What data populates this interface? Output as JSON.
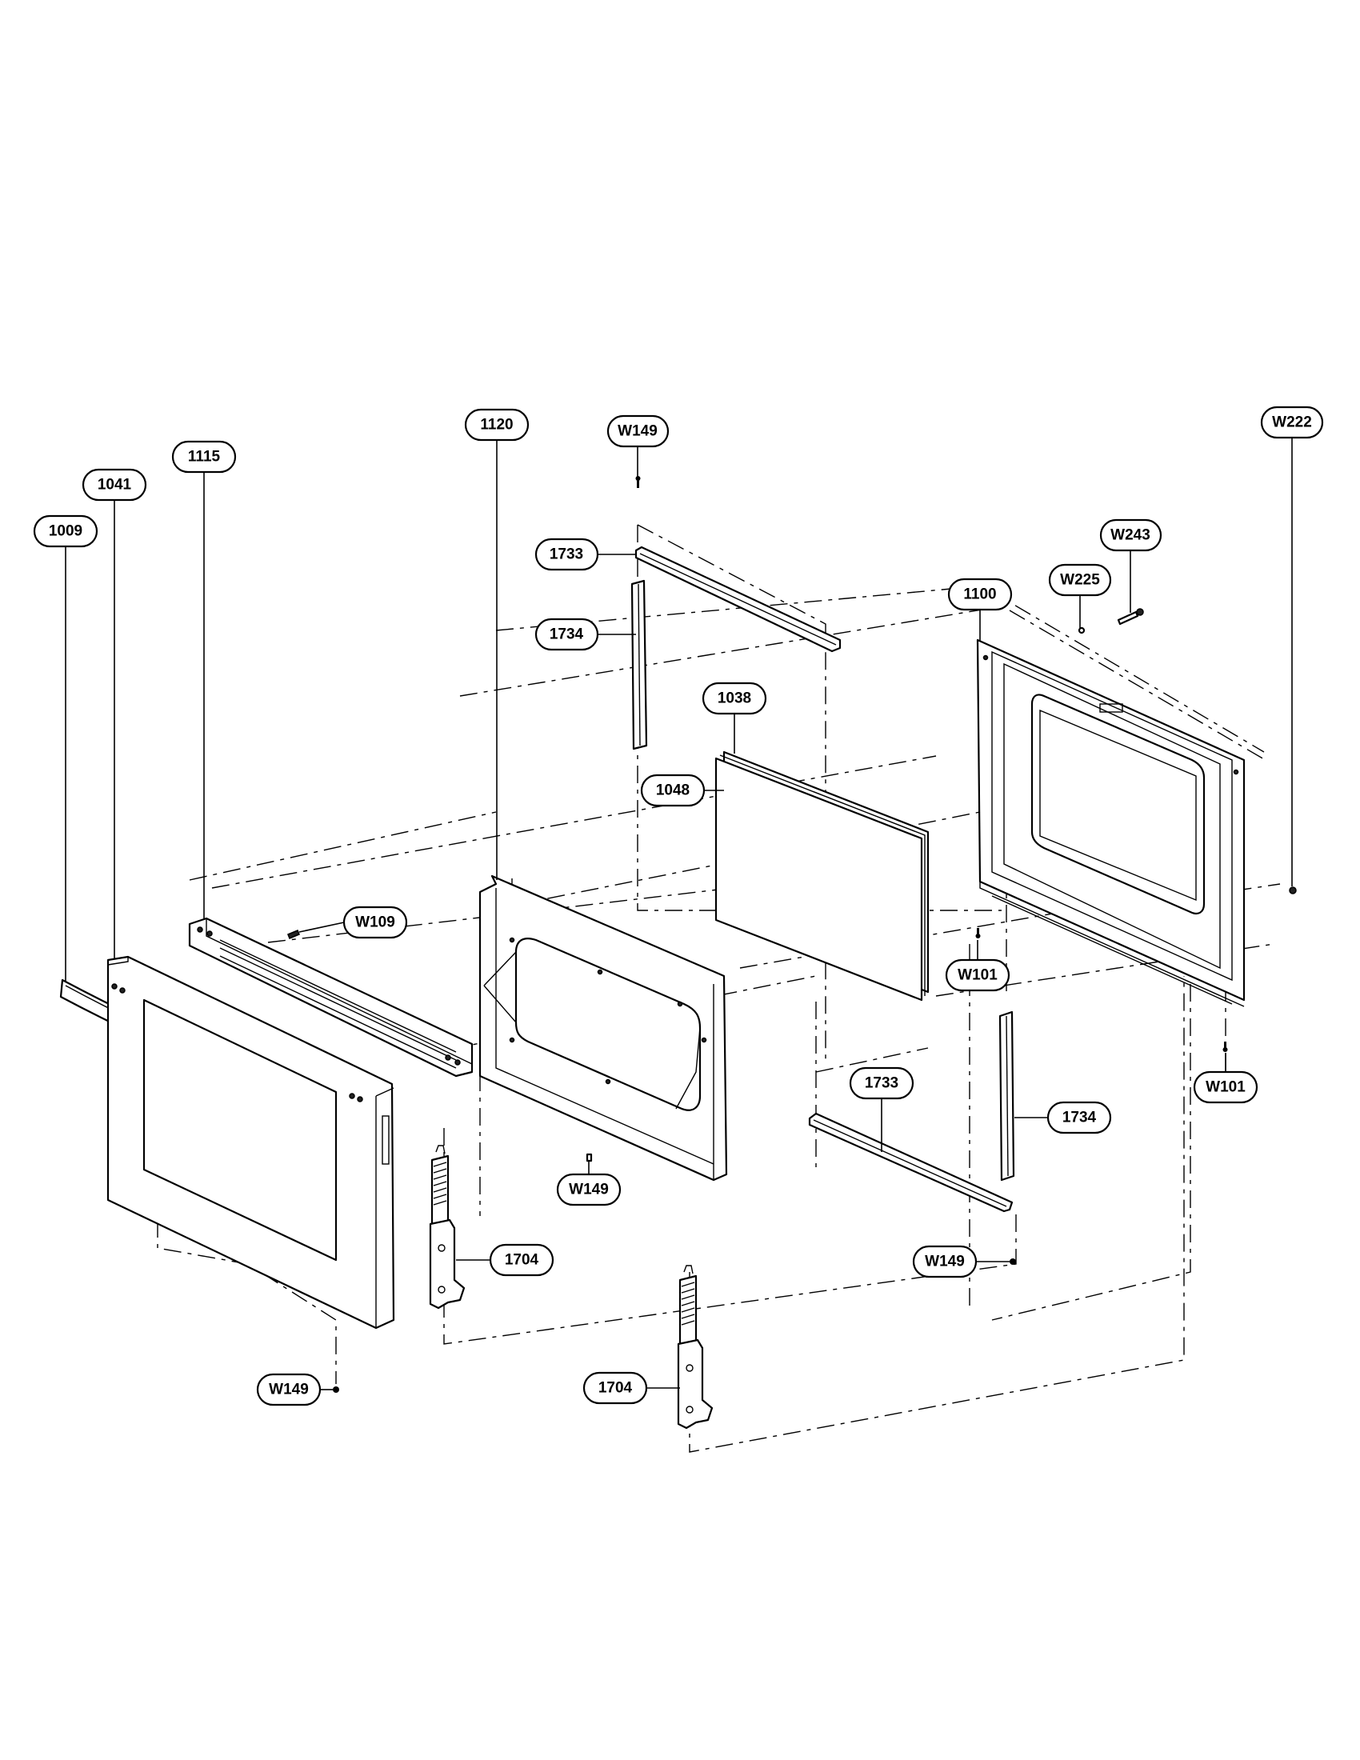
{
  "callouts": [
    {
      "label": "W149"
    },
    {
      "label": "1733"
    },
    {
      "label": "1734"
    },
    {
      "label": "W243"
    },
    {
      "label": "W225"
    },
    {
      "label": "1100"
    },
    {
      "label": "1038"
    },
    {
      "label": "1048"
    },
    {
      "label": "1120"
    },
    {
      "label": "W222"
    },
    {
      "label": "1115"
    },
    {
      "label": "1041"
    },
    {
      "label": "W109"
    },
    {
      "label": "1009"
    },
    {
      "label": "W101"
    },
    {
      "label": "W101"
    },
    {
      "label": "1733"
    },
    {
      "label": "1734"
    },
    {
      "label": "W149"
    },
    {
      "label": "1704"
    },
    {
      "label": "W149"
    },
    {
      "label": "W149"
    },
    {
      "label": "1704"
    }
  ]
}
